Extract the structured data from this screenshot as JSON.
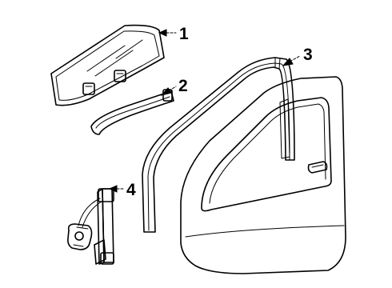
{
  "diagram": {
    "callouts": [
      {
        "number": "1",
        "part": "door-glass"
      },
      {
        "number": "2",
        "part": "glass-run-channel"
      },
      {
        "number": "3",
        "part": "door-frame-weatherstrip"
      },
      {
        "number": "4",
        "part": "window-regulator"
      }
    ],
    "ink_color": "#000000",
    "background_color": "#ffffff"
  }
}
